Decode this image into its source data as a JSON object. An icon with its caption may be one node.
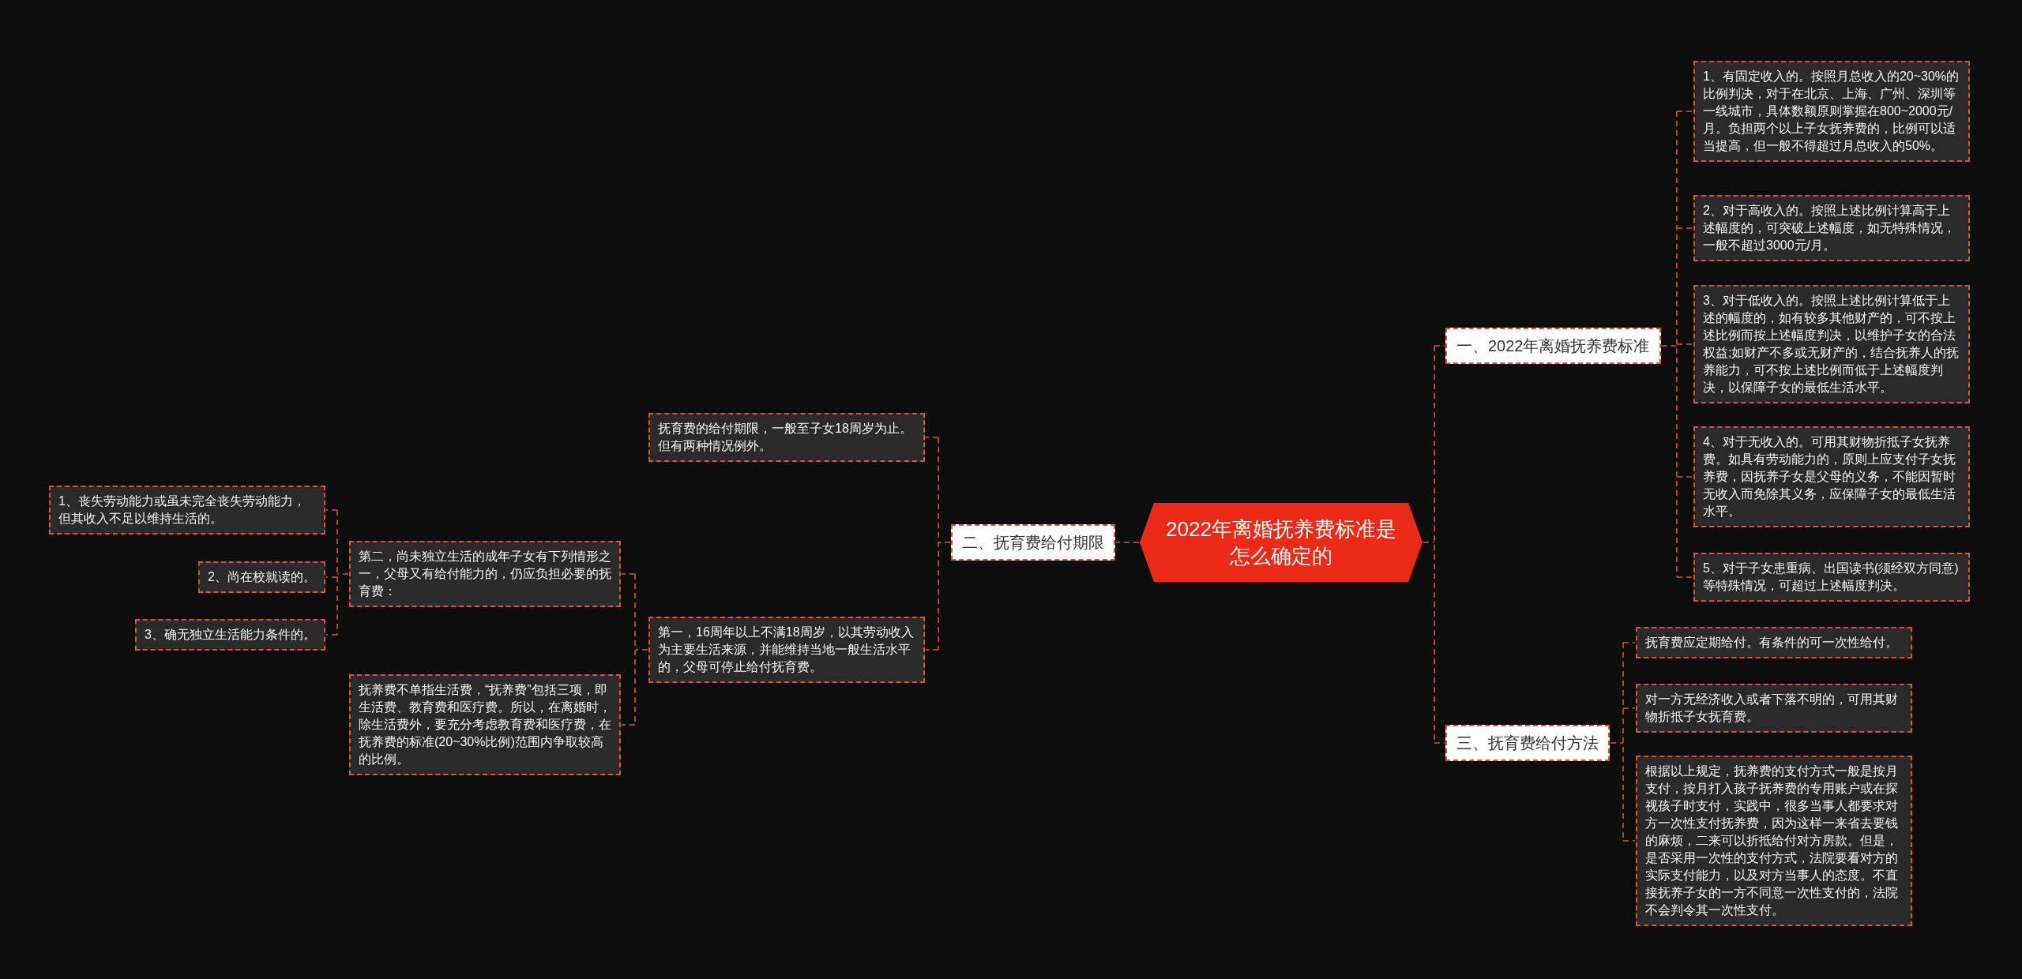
{
  "diagram": {
    "nodes": [
      {
        "text": [
          "2022年离婚抚养费标准是怎么确定的"
        ]
      },
      {
        "text": [
          "一、2022年离婚抚养费标准"
        ]
      },
      {
        "text": [
          "1、有固定收入的。按照月总收入的20~30%的比例判决，对于在北京、上海、广州、深圳等一线城市，具体数额原则掌握在800~2000元/月。负担两个以上子女抚养费的，比例可以适当提高，但一般不得超过月总收入的50%。"
        ]
      },
      {
        "text": [
          "2、对于高收入的。按照上述比例计算高于上述幅度的，可突破上述幅度，如无特殊情况，一般不超过3000元/月。"
        ]
      },
      {
        "text": [
          "3、对于低收入的。按照上述比例计算低于上述的幅度的，如有较多其他财产的，可不按上述比例而按上述幅度判决，以维护子女的合法权益;如财产不多或无财产的，结合抚养人的抚养能力，可不按上述比例而低于上述幅度判决，以保障子女的最低生活水平。"
        ]
      },
      {
        "text": [
          "4、对于无收入的。可用其财物折抵子女抚养费。如具有劳动能力的，原则上应支付子女抚养费，因抚养子女是父母的义务，不能因暂时无收入而免除其义务，应保障子女的最低生活水平。"
        ]
      },
      {
        "text": [
          "5、对于子女患重病、出国读书(须经双方同意)等特殊情况，可超过上述幅度判决。"
        ]
      },
      {
        "text": [
          "二、抚育费给付期限"
        ]
      },
      {
        "text": [
          "抚育费的给付期限，一般至子女18周岁为止。但有两种情况例外。"
        ]
      },
      {
        "text": [
          "第一，16周年以上不满18周岁，以其劳动收入为主要生活来源，并能维持当地一般生活水平的，父母可停止给付抚育费。"
        ]
      },
      {
        "text": [
          "第二，尚未独立生活的成年子女有下列情形之一，父母又有给付能力的，仍应负担必要的抚育费："
        ]
      },
      {
        "text": [
          "1、丧失劳动能力或虽未完全丧失劳动能力，但其收入不足以维持生活的。"
        ]
      },
      {
        "text": [
          "2、尚在校就读的。"
        ]
      },
      {
        "text": [
          "3、确无独立生活能力条件的。"
        ]
      },
      {
        "text": [
          "抚养费不单指生活费，“抚养费”包括三项，即生活费、教育费和医疗费。所以，在离婚时，除生活费外，要充分考虑教育费和医疗费，在抚养费的标准(20~30%比例)范围内争取较高的比例。"
        ]
      },
      {
        "text": [
          "三、抚育费给付方法"
        ]
      },
      {
        "text": [
          "抚育费应定期给付。有条件的可一次性给付。"
        ]
      },
      {
        "text": [
          "对一方无经济收入或者下落不明的，可用其财物折抵子女抚育费。"
        ]
      },
      {
        "text": [
          "根据以上规定，抚养费的支付方式一般是按月支付，按月打入孩子抚养费的专用账户或在探视孩子时支付，实践中，很多当事人都要求对方一次性支付抚养费，因为这样一来省去要钱的麻烦，二来可以折抵给付对方房款。但是，是否采用一次性的支付方式，法院要看对方的实际支付能力，以及对方当事人的态度。不直接抚养子女的一方不同意一次性支付的，法院不会判令其一次性支付。"
        ]
      }
    ],
    "edges": [
      {
        "from": 0,
        "to": 1,
        "arrow": "none",
        "style": "dashed"
      },
      {
        "from": 0,
        "to": 7,
        "arrow": "none",
        "style": "dashed"
      },
      {
        "from": 0,
        "to": 15,
        "arrow": "none",
        "style": "dashed"
      },
      {
        "from": 1,
        "to": 2,
        "arrow": "none",
        "style": "dashed"
      },
      {
        "from": 1,
        "to": 3,
        "arrow": "none",
        "style": "dashed"
      },
      {
        "from": 1,
        "to": 4,
        "arrow": "none",
        "style": "dashed"
      },
      {
        "from": 1,
        "to": 5,
        "arrow": "none",
        "style": "dashed"
      },
      {
        "from": 1,
        "to": 6,
        "arrow": "none",
        "style": "dashed"
      },
      {
        "from": 7,
        "to": 8,
        "arrow": "none",
        "style": "dashed"
      },
      {
        "from": 7,
        "to": 9,
        "arrow": "none",
        "style": "dashed"
      },
      {
        "from": 9,
        "to": 10,
        "arrow": "none",
        "style": "dashed"
      },
      {
        "from": 9,
        "to": 14,
        "arrow": "none",
        "style": "dashed"
      },
      {
        "from": 10,
        "to": 11,
        "arrow": "none",
        "style": "dashed"
      },
      {
        "from": 10,
        "to": 12,
        "arrow": "none",
        "style": "dashed"
      },
      {
        "from": 10,
        "to": 13,
        "arrow": "none",
        "style": "dashed"
      },
      {
        "from": 15,
        "to": 16,
        "arrow": "none",
        "style": "dashed"
      },
      {
        "from": 15,
        "to": 17,
        "arrow": "none",
        "style": "dashed"
      },
      {
        "from": 15,
        "to": 18,
        "arrow": "none",
        "style": "dashed"
      }
    ]
  }
}
